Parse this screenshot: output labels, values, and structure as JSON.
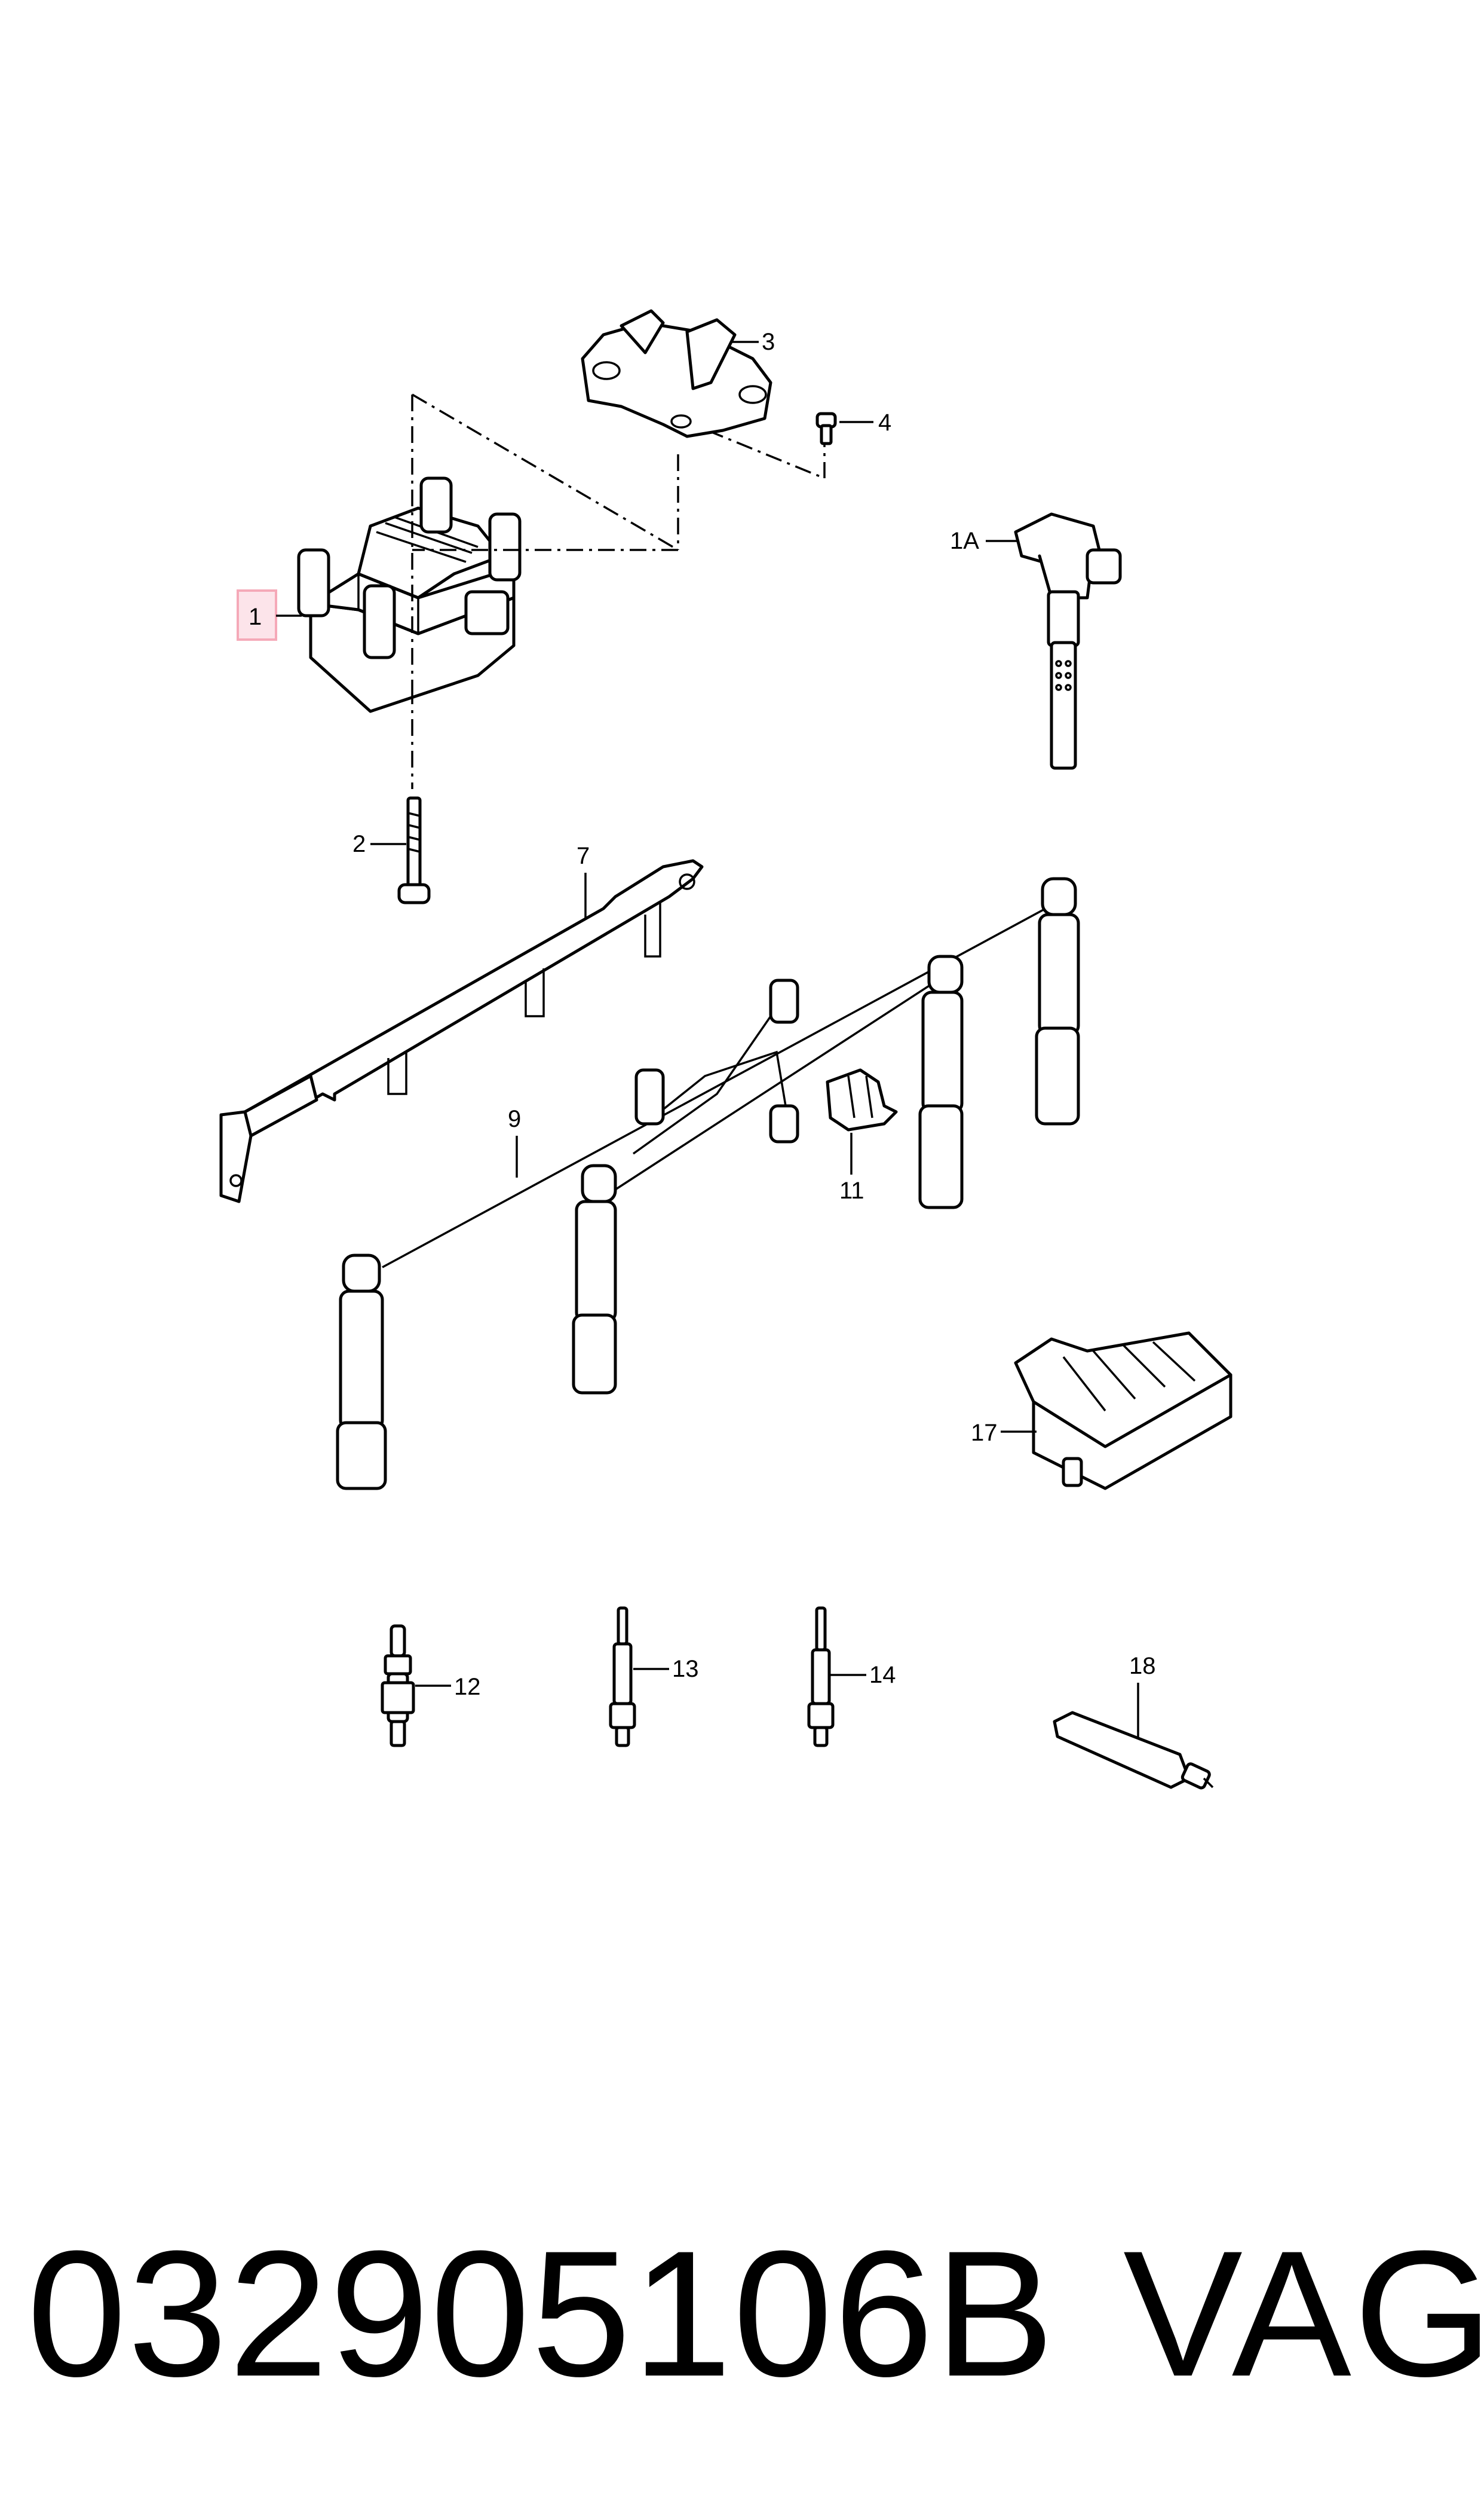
{
  "callouts": {
    "c1": "1",
    "c1a": "1A",
    "c2": "2",
    "c3": "3",
    "c4": "4",
    "c7": "7",
    "c9": "9",
    "c11": "11",
    "c12": "12",
    "c13": "13",
    "c14": "14",
    "c17": "17",
    "c18": "18"
  },
  "highlight_color": "#f5a9b8",
  "footer": {
    "part_number": "032905106B",
    "brand": "VAG"
  }
}
